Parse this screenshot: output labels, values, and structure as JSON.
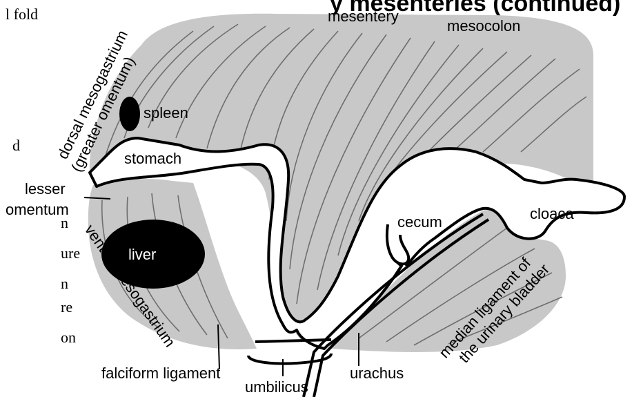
{
  "title_partial": "y mesenteries (continued)",
  "left_text_fragments": [
    "l fold",
    "d",
    "n",
    "ure",
    "n",
    "re",
    "on"
  ],
  "labels": {
    "mesentery": "mesentery",
    "mesocolon": "mesocolon",
    "dorsal_line1": "dorsal mesogastrium",
    "dorsal_line2": "(greater omentum)",
    "spleen": "spleen",
    "stomach": "stomach",
    "lesser_line1": "lesser",
    "lesser_line2": "omentum",
    "liver": "liver",
    "ventral": "ventral mesogastrium",
    "cecum": "cecum",
    "cloaca": "cloaca",
    "median_line1": "median ligament of",
    "median_line2": "the urinary bladder",
    "falciform": "falciform ligament",
    "umbilicus": "umbilicus",
    "urachus": "urachus"
  },
  "colors": {
    "mesentery_fill": "#c8c8c8",
    "striation": "#6e6e6e",
    "organ_solid": "#000000",
    "gut_lumen": "#ffffff"
  }
}
